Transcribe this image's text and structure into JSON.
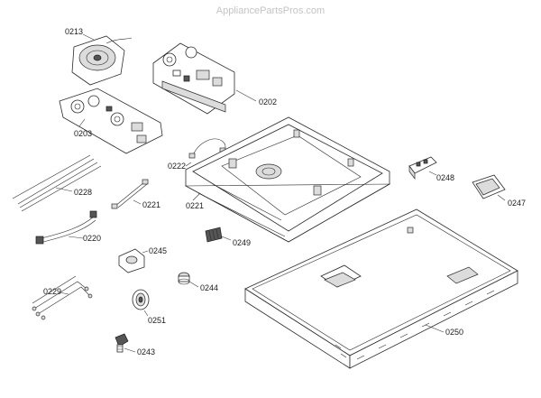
{
  "watermark": "AppliancePartsPros.com",
  "parts": {
    "p0213": "0213",
    "p0202": "0202",
    "p0203": "0203",
    "p0222": "0222",
    "p0228": "0228",
    "p0221a": "0221",
    "p0221b": "0221",
    "p0248": "0248",
    "p0247": "0247",
    "p0220": "0220",
    "p0249": "0249",
    "p0245": "0245",
    "p0229": "0229",
    "p0244": "0244",
    "p0251": "0251",
    "p0250": "0250",
    "p0243": "0243"
  }
}
